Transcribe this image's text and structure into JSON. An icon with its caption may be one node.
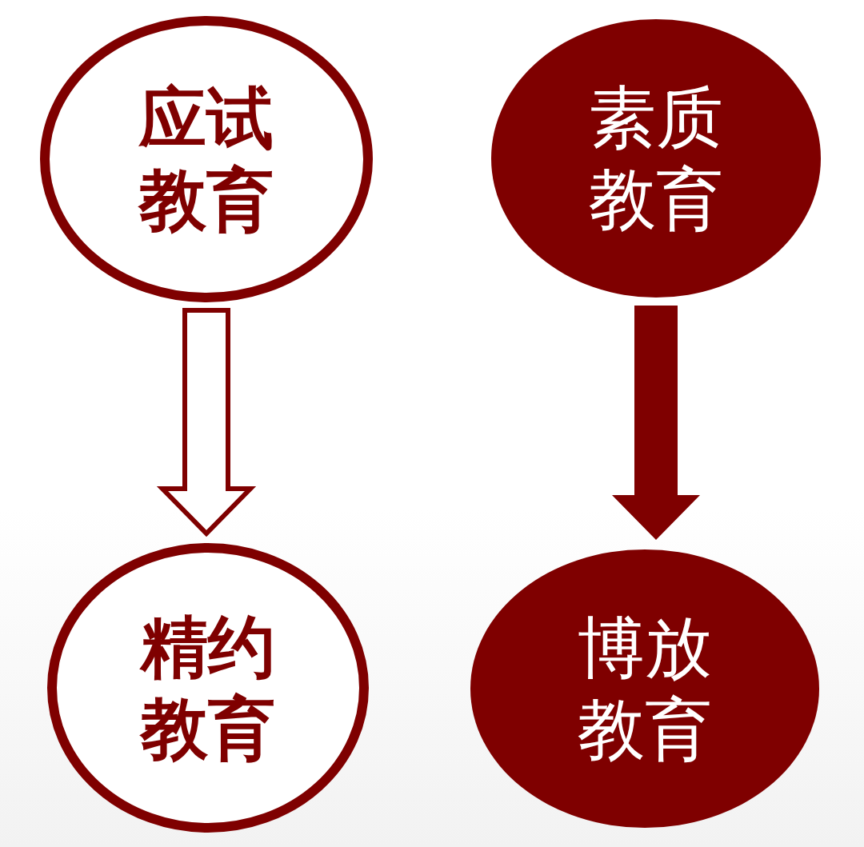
{
  "diagram": {
    "nodes": [
      {
        "text": [
          "应试教育"
        ]
      },
      {
        "text": [
          "素质教育"
        ]
      },
      {
        "text": [
          "精约教育"
        ]
      },
      {
        "text": [
          "博放教育"
        ]
      }
    ],
    "edges": [
      {
        "from": 0,
        "to": 2,
        "arrow": "to"
      },
      {
        "from": 1,
        "to": 3,
        "arrow": "to"
      }
    ]
  }
}
